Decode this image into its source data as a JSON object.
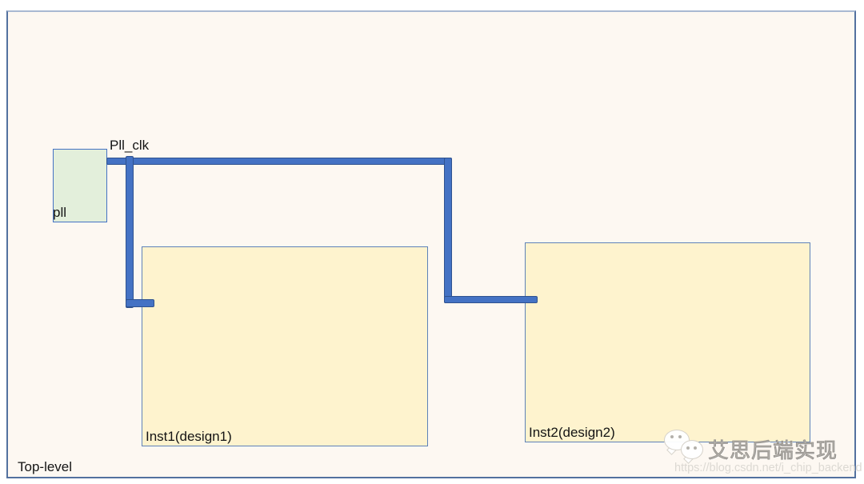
{
  "diagram": {
    "top_level_label": "Top-level",
    "clk_net_label": "Pll_clk",
    "pll_label": "pll",
    "inst1_label": "Inst1(design1)",
    "inst2_label": "Inst2(design2)",
    "colors": {
      "background": "#FDF8F2",
      "outer_border": "#53719F",
      "outer_border_top": "#A9B9D2",
      "clock_net": "#4472C4",
      "clock_net_edge": "#2F528F",
      "pll_fill": "#E3EFDB",
      "inst_fill": "#FEF3CE",
      "block_border": "#5E82B8"
    }
  },
  "watermark": {
    "icon": "wechat-icon",
    "label": "艾思后端实现",
    "url": "https://blog.csdn.net/i_chip_backend"
  }
}
